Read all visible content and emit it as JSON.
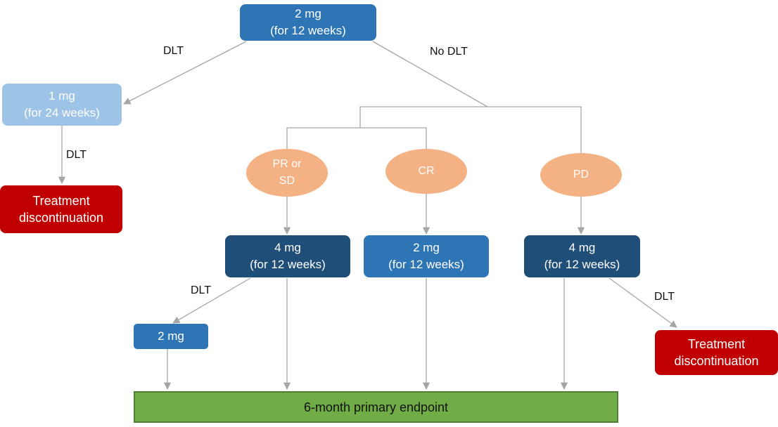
{
  "colors": {
    "dose_primary": "#2e75b6",
    "dose_light": "#9dc3e6",
    "dose_dark": "#1f4e79",
    "discontinue": "#c00000",
    "response": "#f4b183",
    "endpoint": "#70ad47",
    "connector": "#a6a6a6"
  },
  "nodes": {
    "start": {
      "line1": "2 mg",
      "line2": "(for 12 weeks)"
    },
    "reduced": {
      "line1": "1 mg",
      "line2": "(for 24 weeks)"
    },
    "discontinue_left": {
      "line1": "Treatment",
      "line2": "discontinuation"
    },
    "pr_sd": {
      "line1": "PR or",
      "line2": "SD"
    },
    "cr": {
      "line1": "CR"
    },
    "pd": {
      "line1": "PD"
    },
    "esc_pr": {
      "line1": "4 mg",
      "line2": "(for 12 weeks)"
    },
    "cont_cr": {
      "line1": "2 mg",
      "line2": "(for 12 weeks)"
    },
    "esc_pd": {
      "line1": "4 mg",
      "line2": "(for 12 weeks)"
    },
    "deesc": {
      "line1": "2 mg"
    },
    "discontinue_right": {
      "line1": "Treatment",
      "line2": "discontinuation"
    },
    "endpoint": {
      "line1": "6-month primary endpoint"
    }
  },
  "edge_labels": {
    "dlt_start": "DLT",
    "no_dlt": "No DLT",
    "dlt_reduced": "DLT",
    "dlt_esc_pr": "DLT",
    "dlt_esc_pd": "DLT"
  }
}
